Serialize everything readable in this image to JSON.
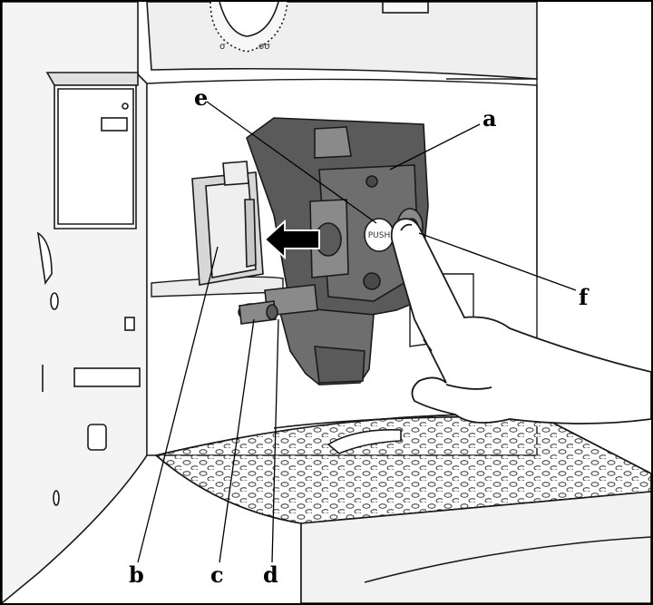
{
  "figure": {
    "push_label": "PUSH",
    "callouts": {
      "a": "a",
      "b": "b",
      "c": "c",
      "d": "d",
      "e": "e",
      "f": "f"
    }
  },
  "colors": {
    "outline": "#1a1a1a",
    "unit_dark": "#5a5a5a",
    "unit_mid": "#6e6e6e",
    "unit_light": "#8a8a8a",
    "panel_light": "#efefef",
    "panel_grey": "#d7d7d7",
    "drip_tray": "#e8e8e8",
    "hand_fill": "#ffffff"
  }
}
